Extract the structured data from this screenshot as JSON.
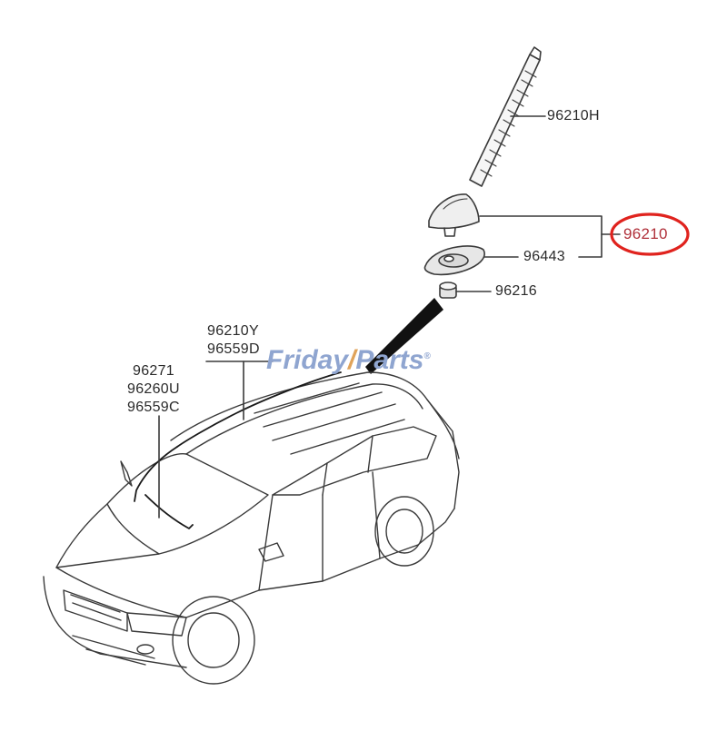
{
  "labels": {
    "antenna_pole": "96210H",
    "antenna_assembly": "96210",
    "gasket": "96443",
    "nut": "96216",
    "cable_roof_1": "96210Y",
    "cable_roof_2": "96559D",
    "cable_front_1": "96271",
    "cable_front_2": "96260U",
    "cable_front_3": "96559C"
  },
  "watermark": {
    "part1": "Friday",
    "part2": "/",
    "part3": "Parts",
    "mark": "®"
  },
  "colors": {
    "line": "#3a3a3a",
    "highlight_ring": "#e0231e",
    "highlight_text": "#b0303a",
    "watermark_blue": "#8fa5d0",
    "watermark_orange": "#e0a35a"
  }
}
